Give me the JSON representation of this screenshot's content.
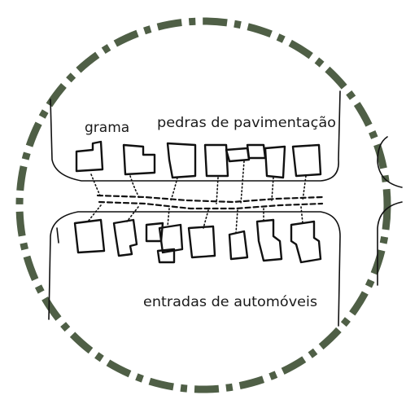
{
  "labels": {
    "grass": "grama",
    "paving_stones": "pedras de pavimentação",
    "driveways": "entradas de automóveis"
  },
  "colors": {
    "frame": "#4f5f46",
    "ink": "#111111",
    "background": "#ffffff"
  }
}
